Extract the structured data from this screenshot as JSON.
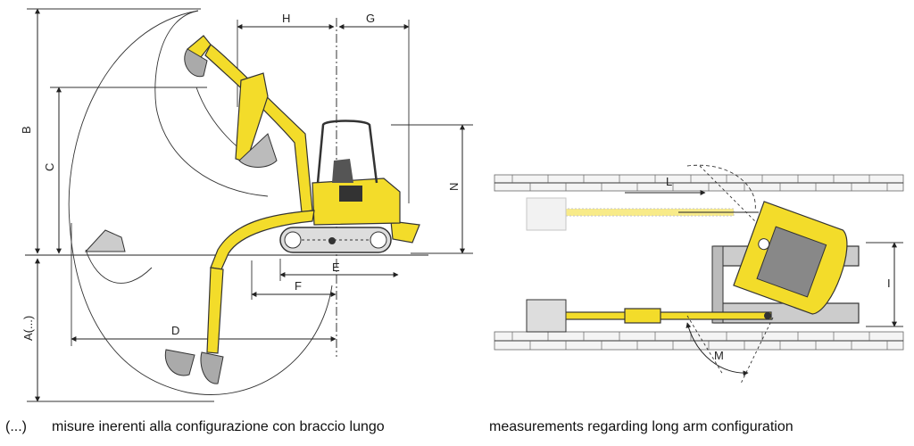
{
  "labels": {
    "A": "A(...)",
    "B": "B",
    "C": "C",
    "D": "D",
    "E": "E",
    "F": "F",
    "G": "G",
    "H": "H",
    "I": "I",
    "L": "L",
    "M": "M",
    "N": "N"
  },
  "captions": {
    "marker": "(...)",
    "italian": "misure inerenti alla configurazione con braccio lungo",
    "english": "measurements regarding long arm  configuration"
  },
  "colors": {
    "machine": "#f3dc2a",
    "lines": "#222222"
  }
}
